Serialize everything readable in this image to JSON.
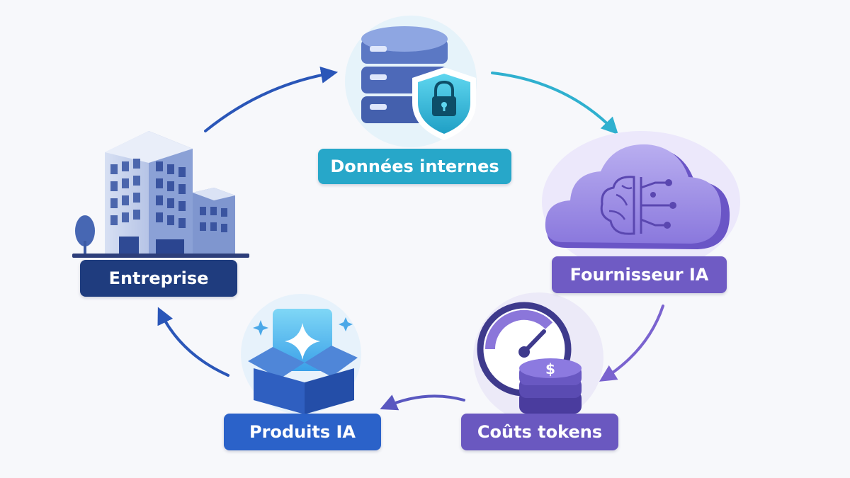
{
  "nodes": {
    "donnees": {
      "label": "Données internes",
      "icon": "secure-database-icon",
      "color": "#27a7c9"
    },
    "fournisseur": {
      "label": "Fournisseur IA",
      "icon": "ai-cloud-icon",
      "color": "#6f5bc4"
    },
    "couts": {
      "label": "Coûts tokens",
      "icon": "gauge-coins-icon",
      "color": "#6a58c0"
    },
    "produits": {
      "label": "Produits IA",
      "icon": "ai-product-box-icon",
      "color": "#2b62c9"
    },
    "entreprise": {
      "label": "Entreprise",
      "icon": "office-building-icon",
      "color": "#1f3c7e"
    }
  },
  "currency_symbol": "$"
}
